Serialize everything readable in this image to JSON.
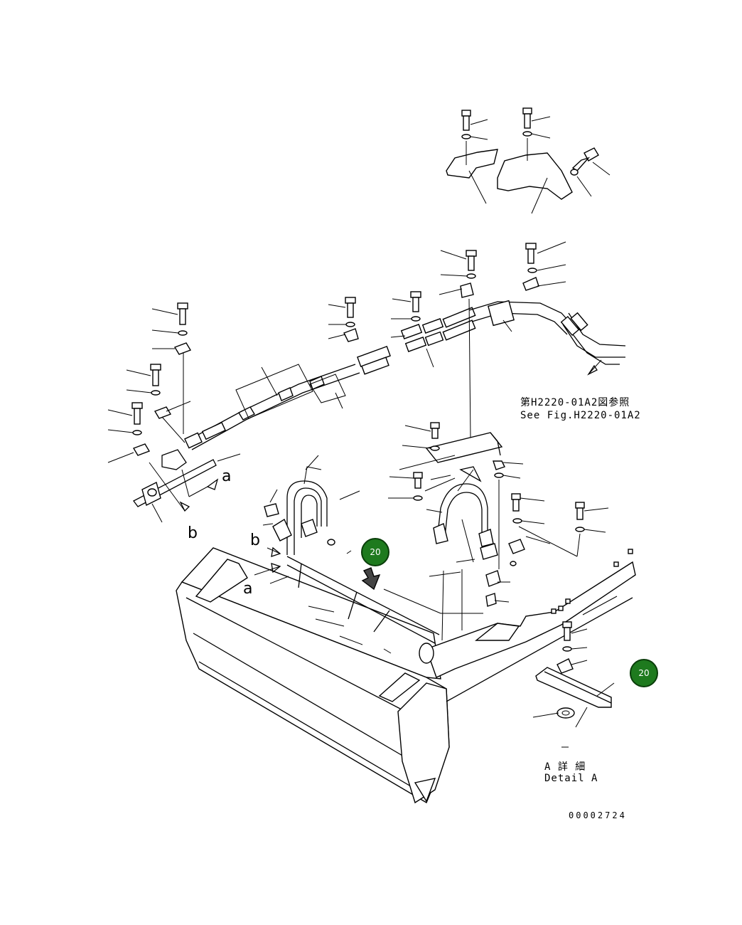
{
  "reference_note": {
    "jp": "第H2220-01A2図参照",
    "en": "See Fig.H2220-01A2"
  },
  "detail_label": {
    "jp": "A 詳 細",
    "en": "Detail A"
  },
  "drawing_number": "00002724",
  "view_markers": {
    "a": "a",
    "b": "b"
  },
  "callout_badges": [
    {
      "text": "20"
    },
    {
      "text": "20"
    }
  ],
  "colors": {
    "badge_fill": "#1e7a1e",
    "badge_ring": "#0a3d0a",
    "line": "#000000"
  }
}
